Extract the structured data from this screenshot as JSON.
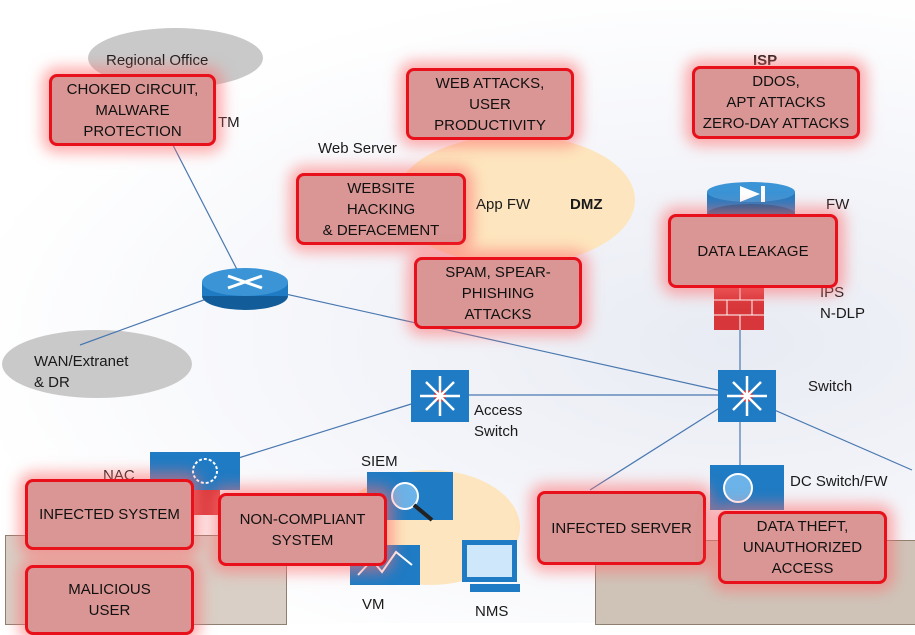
{
  "labels": {
    "regional_office": "Regional Office",
    "tm": "TM",
    "web_server": "Web Server",
    "app_fw": "App FW",
    "dmz": "DMZ",
    "isp": "ISP",
    "fw": "FW",
    "ips": "IPS",
    "n_dlp": "N-DLP",
    "switch": "Switch",
    "access_switch": "Access\nSwitch",
    "wan": "WAN/Extranet\n& DR",
    "nac": "NAC",
    "siem": "SIEM",
    "vm": "VM",
    "nms": "NMS",
    "dc_switch": "DC Switch/FW"
  },
  "threats": {
    "choked_circuit": "CHOKED CIRCUIT,\nMALWARE\nPROTECTION",
    "web_attacks": "WEB ATTACKS,\nUSER\nPRODUCTIVITY",
    "ddos": "DDOS,\nAPT ATTACKS\nZERO-DAY ATTACKS",
    "website_hacking": "WEBSITE\nHACKING\n& DEFACEMENT",
    "data_leakage": "DATA LEAKAGE",
    "spam": "SPAM, SPEAR-\nPHISHING\nATTACKS",
    "infected_system": "INFECTED SYSTEM",
    "non_compliant": "NON-COMPLIANT\nSYSTEM",
    "infected_server": "INFECTED SERVER",
    "data_theft": "DATA THEFT,\nUNAUTHORIZED\nACCESS",
    "malicious_user": "MALICIOUS\nUSER"
  },
  "colors": {
    "threat_fill": "#d99694",
    "threat_border": "#e8101a",
    "device_blue": "#1f7bc4",
    "link_line": "#4a78b0"
  }
}
